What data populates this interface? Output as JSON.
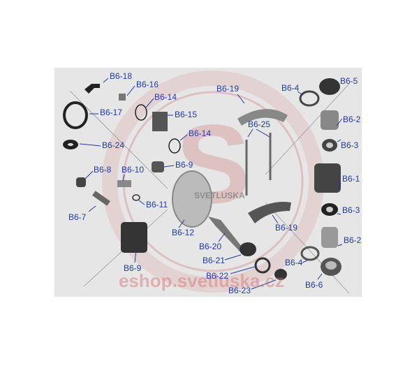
{
  "diagram": {
    "watermark_brand": "SVETLUSKA",
    "watermark_url": "eshop.svetluska.cz",
    "watermark_letter": "S",
    "labels": [
      "B6-18",
      "B6-16",
      "B6-14",
      "B6-17",
      "B6-15",
      "B6-14",
      "B6-24",
      "B6-9",
      "B6-8",
      "B6-10",
      "B6-11",
      "B6-7",
      "B6-12",
      "B6-9",
      "B6-19",
      "B6-25",
      "B6-19",
      "B6-20",
      "B6-21",
      "B6-22",
      "B6-23",
      "B6-4",
      "B6-5",
      "B6-2",
      "B6-3",
      "B6-1",
      "B6-3",
      "B6-2",
      "B6-4",
      "B6-6"
    ]
  }
}
